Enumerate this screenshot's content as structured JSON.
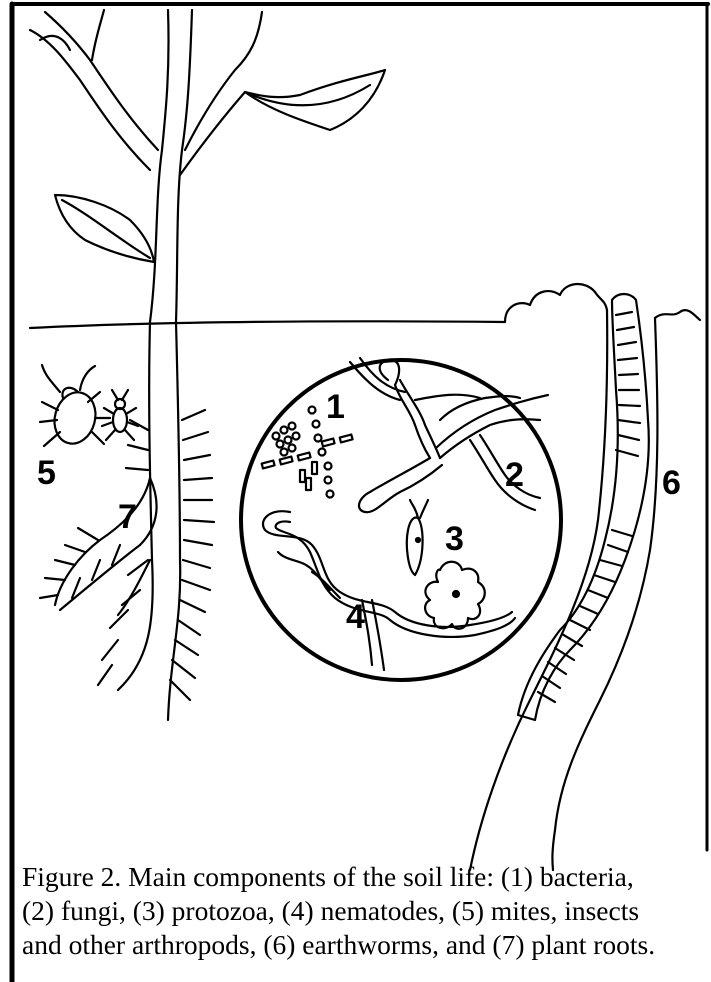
{
  "labels": {
    "bacteria": "1",
    "fungi": "2",
    "protozoa": "3",
    "nematodes": "4",
    "mites": "5",
    "earthworms": "6",
    "plant_roots": "7"
  },
  "caption": {
    "line1": "Figure 2.  Main components of the soil life:  (1) bacteria,",
    "line2": "(2) fungi, (3) protozoa, (4) nematodes, (5) mites, insects",
    "line3": "and other arthropods, (6) earthworms, and (7) plant roots."
  },
  "colors": {
    "ink": "#000000",
    "background": "#ffffff"
  }
}
